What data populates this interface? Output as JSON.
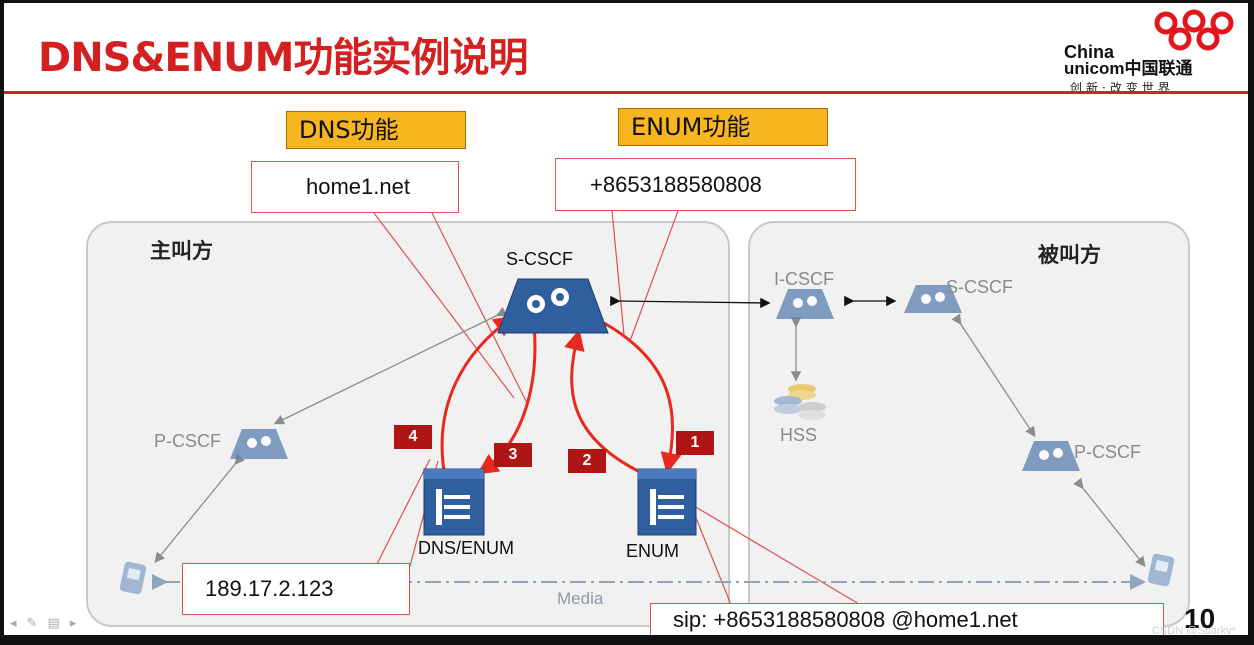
{
  "slide": {
    "title": "DNS&ENUM功能实例说明",
    "page_number": "10"
  },
  "logo": {
    "line1": "China",
    "line2": "unicom中国联通",
    "slogan": "创新·改变世界"
  },
  "tags": {
    "dns": "DNS功能",
    "enum": "ENUM功能"
  },
  "callouts": {
    "domain": "home1.net",
    "number": "+8653188580808",
    "ip": "189.17.2.123",
    "sip_uri": "sip: +8653188580808 @home1.net"
  },
  "regions": {
    "caller": "主叫方",
    "callee": "被叫方"
  },
  "nodes": {
    "s_cscf_home": "S-CSCF",
    "p_cscf_home": "P-CSCF",
    "dns_enum": "DNS/ENUM",
    "enum": "ENUM",
    "i_cscf": "I-CSCF",
    "s_cscf_remote": "S-CSCF",
    "hss": "HSS",
    "p_cscf_remote": "P-CSCF"
  },
  "steps": [
    "1",
    "2",
    "3",
    "4"
  ],
  "media_label": "Media",
  "watermark": "CSDN @Sparky*",
  "colors": {
    "title_red": "#d32020",
    "flow_red": "#e8291d",
    "tag_orange": "#f7b520",
    "step_red": "#b01515",
    "node_blue": "#2f5f9e"
  }
}
